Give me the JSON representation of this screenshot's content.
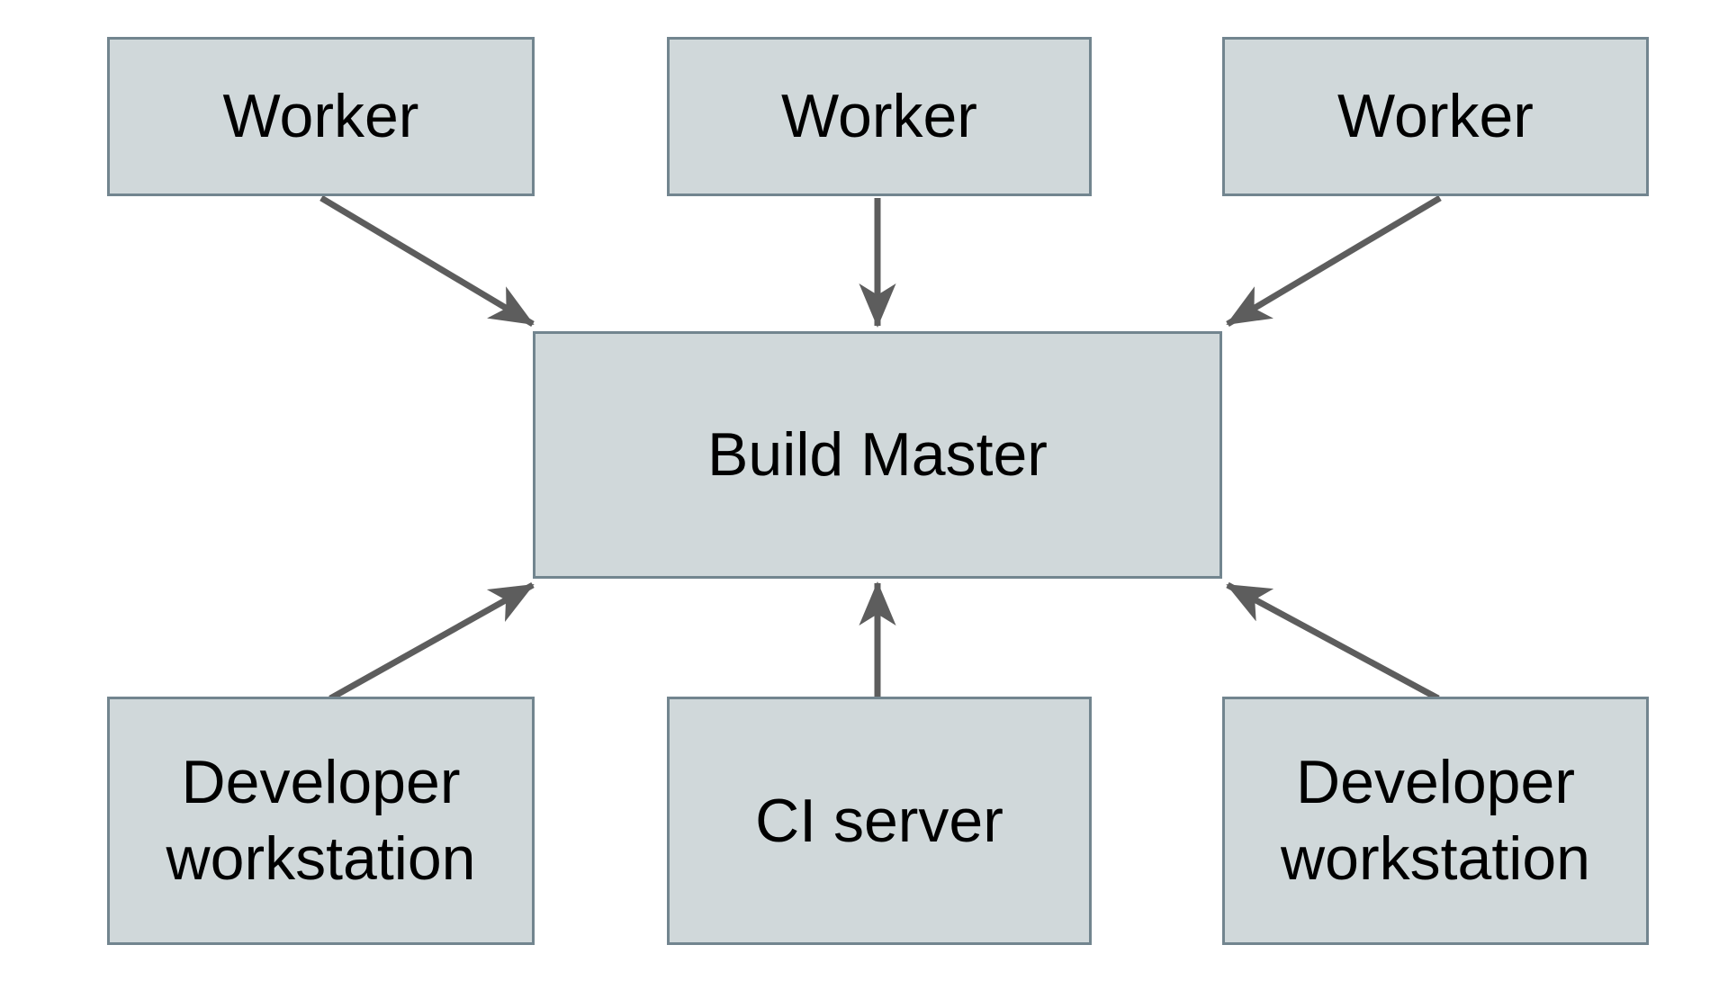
{
  "colors": {
    "canvas_bg": "#ffffff",
    "box_fill": "#d0d8da",
    "box_border": "#72858f",
    "arrow_color": "#5d5d5d",
    "text_color": "#000000"
  },
  "nodes": [
    {
      "id": "worker-left",
      "label": "Worker"
    },
    {
      "id": "worker-center",
      "label": "Worker"
    },
    {
      "id": "worker-right",
      "label": "Worker"
    },
    {
      "id": "build-master",
      "label": "Build Master"
    },
    {
      "id": "developer-workstation-left",
      "label": "Developer workstation"
    },
    {
      "id": "ci-server",
      "label": "CI server"
    },
    {
      "id": "developer-workstation-right",
      "label": "Developer workstation"
    }
  ],
  "edges": [
    {
      "from": "worker-left",
      "to": "build-master"
    },
    {
      "from": "worker-center",
      "to": "build-master"
    },
    {
      "from": "worker-right",
      "to": "build-master"
    },
    {
      "from": "developer-workstation-left",
      "to": "build-master"
    },
    {
      "from": "ci-server",
      "to": "build-master"
    },
    {
      "from": "developer-workstation-right",
      "to": "build-master"
    }
  ]
}
